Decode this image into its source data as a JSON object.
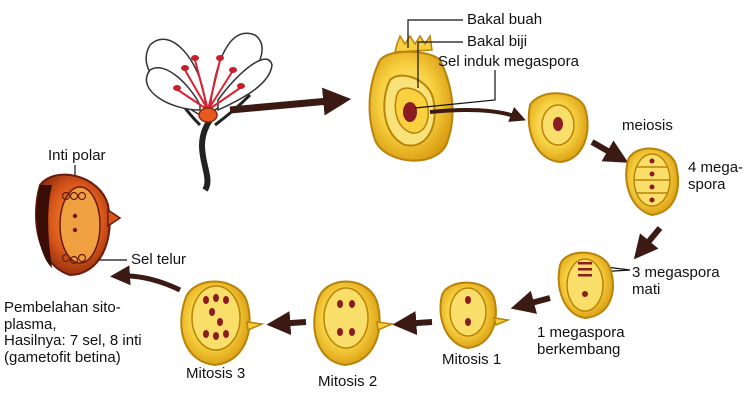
{
  "diagram": {
    "colors": {
      "ovule_yellow": "#f2c11f",
      "ovule_light": "#f9df6a",
      "ovule_outline": "#b98308",
      "nucleus": "#8a1c22",
      "arrow": "#3b1a14",
      "mature_sac": "#d8561a",
      "mature_dark": "#6b1b0e"
    },
    "labels": {
      "bakal_buah": "Bakal buah",
      "bakal_biji": "Bakal biji",
      "sel_induk": "Sel induk megaspora",
      "meiosis": "meiosis",
      "empat_megaspora": "4 mega-\nspora",
      "tiga_megaspora": "3 megaspora\nmati",
      "satu_megaspora": "1 megaspora\nberkembang",
      "mitosis1": "Mitosis 1",
      "mitosis2": "Mitosis 2",
      "mitosis3": "Mitosis 3",
      "inti_polar": "Inti polar",
      "sel_telur": "Sel telur",
      "pembelahan": "Pembelahan sito-\nplasma,\nHasilnya: 7 sel, 8 inti\n(gametofit betina)"
    }
  }
}
